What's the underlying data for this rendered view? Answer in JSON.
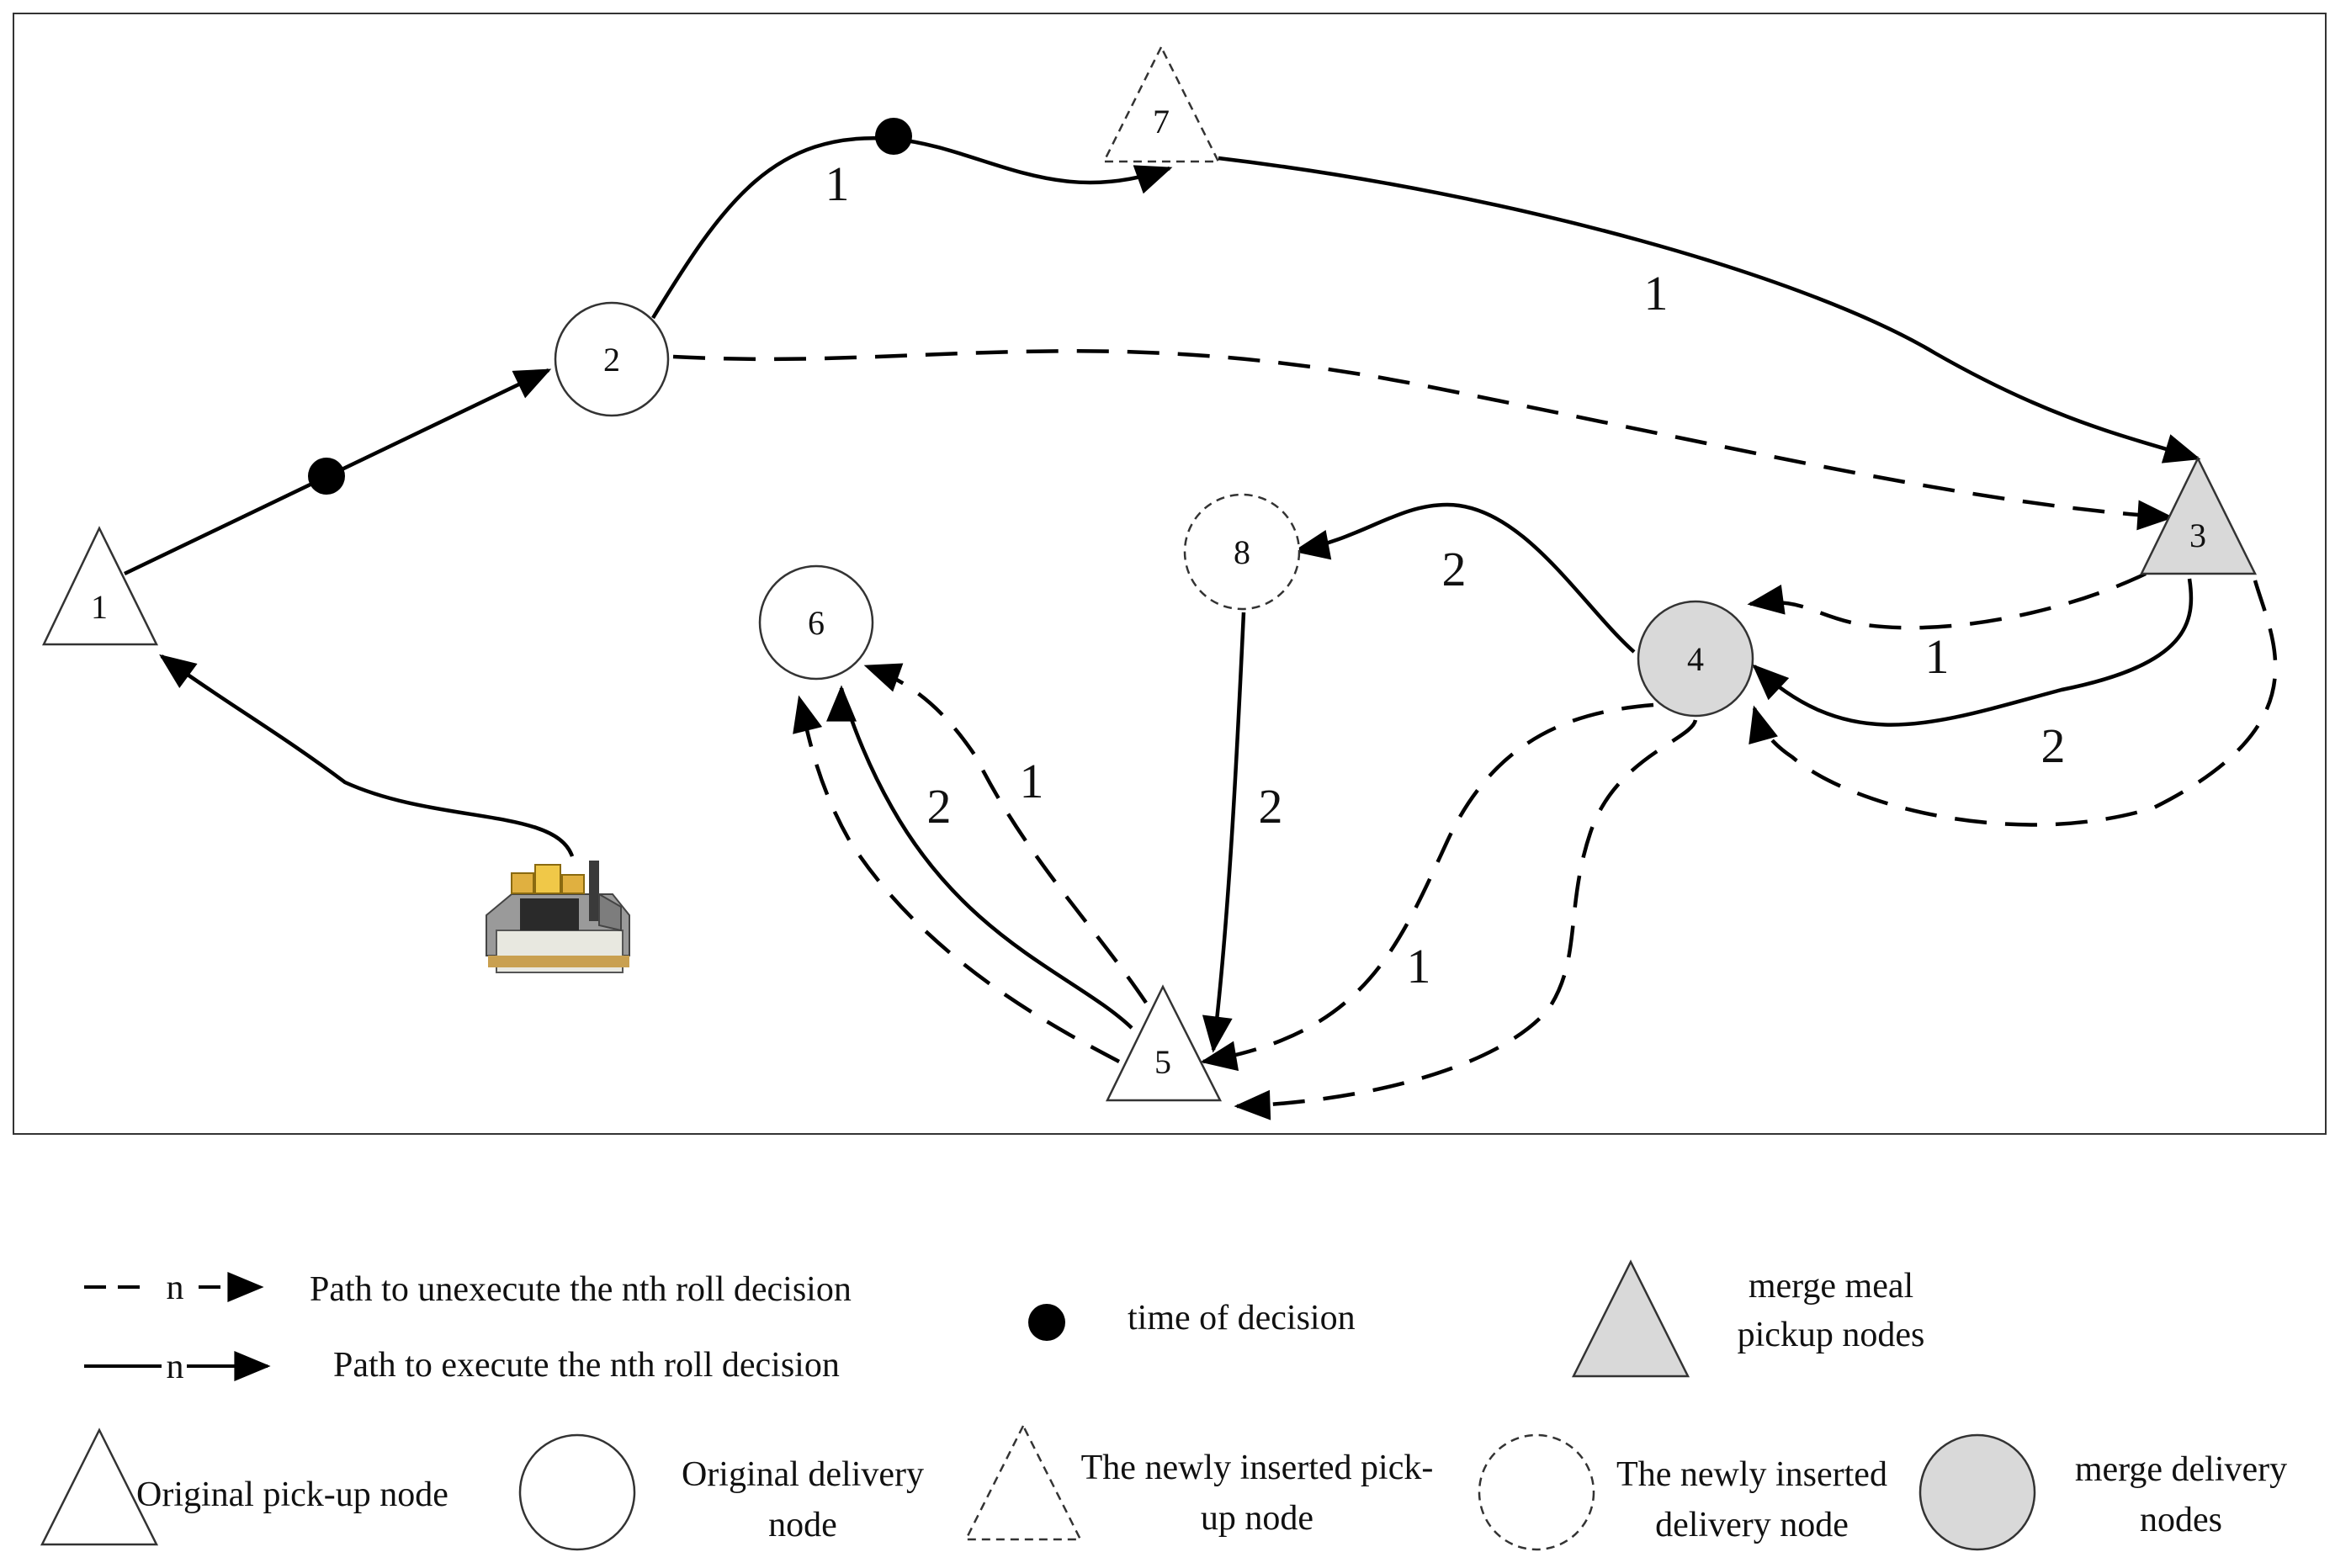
{
  "nodes": {
    "n1": "1",
    "n2": "2",
    "n3": "3",
    "n4": "4",
    "n5": "5",
    "n6": "6",
    "n7": "7",
    "n8": "8"
  },
  "edge_labels": {
    "e_2_7": "1",
    "e_7_3": "1",
    "e_3_4_dashed": "1",
    "e_3_4_solid": "2",
    "e_4_8": "2",
    "e_8_5": "2",
    "e_5_6_solid": "2",
    "e_5_6_dashed": "1",
    "e_4_5_dashed": "1"
  },
  "legend": {
    "dashed_marker": "n",
    "dashed_path": "Path to unexecute the nth roll decision",
    "solid_marker": "n",
    "solid_path": "Path to execute the nth roll decision",
    "decision_time": "time of decision",
    "merge_pickup_line1": "merge meal",
    "merge_pickup_line2": "pickup nodes",
    "original_pickup": "Original pick-up node",
    "original_delivery_line1": "Original delivery",
    "original_delivery_line2": "node",
    "new_pickup_line1": "The newly inserted pick-",
    "new_pickup_line2": "up node",
    "new_delivery_line1": "The newly inserted",
    "new_delivery_line2": "delivery  node",
    "merge_delivery_line1": "merge delivery",
    "merge_delivery_line2": "nodes"
  },
  "colors": {
    "merge_fill": "#d9d9d9",
    "stroke": "#000000",
    "background": "#ffffff"
  },
  "icons": {
    "vehicle": "delivery-robot-icon"
  }
}
